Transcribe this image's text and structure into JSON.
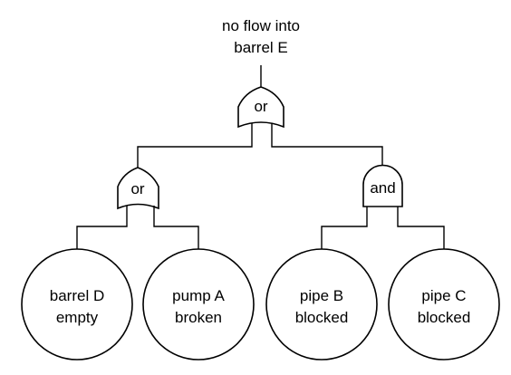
{
  "top_event": {
    "line1": "no flow into",
    "line2": "barrel E"
  },
  "gates": {
    "top": "or",
    "left": "or",
    "right": "and"
  },
  "basic_events": [
    {
      "line1": "barrel D",
      "line2": "empty"
    },
    {
      "line1": "pump A",
      "line2": "broken"
    },
    {
      "line1": "pipe B",
      "line2": "blocked"
    },
    {
      "line1": "pipe C",
      "line2": "blocked"
    }
  ]
}
